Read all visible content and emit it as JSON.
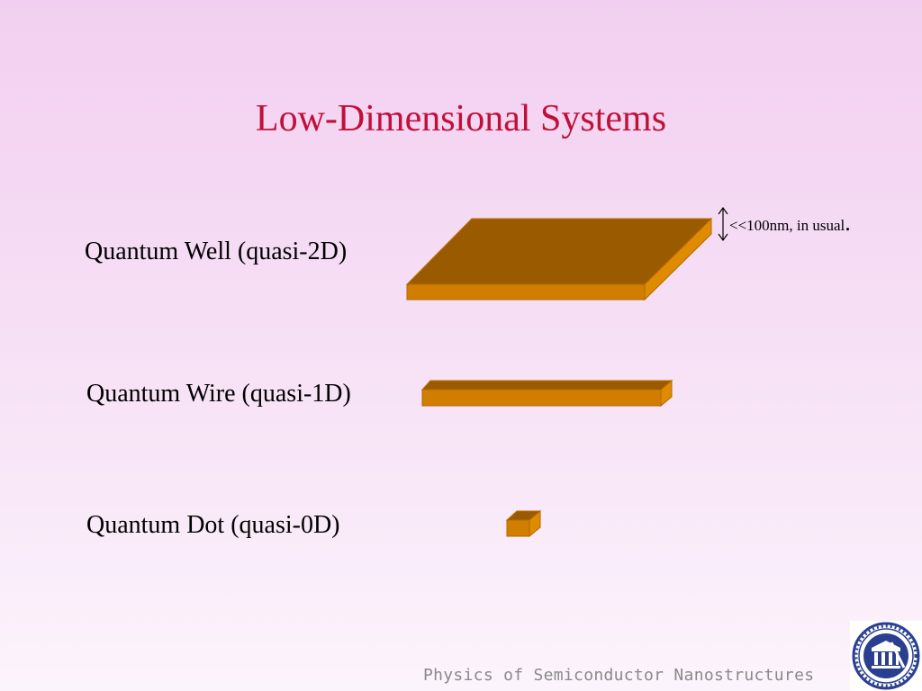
{
  "slide": {
    "title": "Low-Dimensional Systems",
    "thickness_note": "<<100nm, in usual",
    "thickness_note_end": ".",
    "footer": "Physics of Semiconductor Nanostructures"
  },
  "items": [
    {
      "label": "Quantum Well (quasi-2D)",
      "icon": "slab-shape"
    },
    {
      "label": "Quantum Wire (quasi-1D)",
      "icon": "bar-shape"
    },
    {
      "label": "Quantum Dot (quasi-0D)",
      "icon": "cube-shape"
    }
  ],
  "colors": {
    "title": "#c0103a",
    "shape_top": "#9a5a00",
    "shape_front": "#d07d00",
    "shape_side": "#e08a00",
    "logo": "#2a3f8f"
  }
}
